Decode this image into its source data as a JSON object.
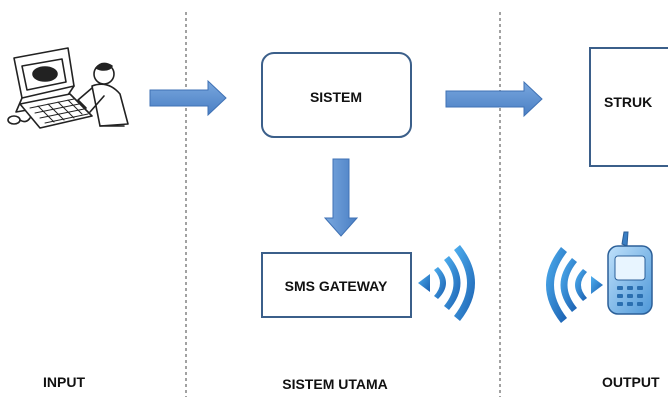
{
  "nodes": {
    "sistem": "SISTEM",
    "struk": "STRUK",
    "sms_gateway": "SMS GATEWAY"
  },
  "sections": {
    "input": "INPUT",
    "sistem_utama": "SISTEM UTAMA",
    "output": "OUTPUT"
  },
  "icons": {
    "input": "computer-user-icon",
    "wireless": "wireless-signal-icon",
    "phone": "mobile-phone-icon"
  },
  "colors": {
    "arrow": "#5b8fce",
    "box_border": "#3b5f8a",
    "signal": "#2d7fd0",
    "phone_body": "#6fb3ea"
  }
}
